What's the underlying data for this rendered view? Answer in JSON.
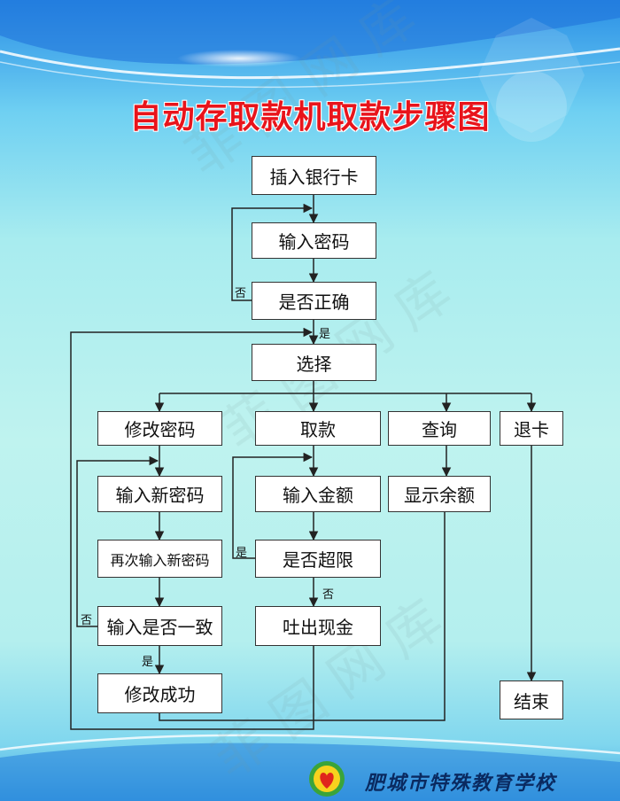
{
  "title": "自动存取款机取款步骤图",
  "colors": {
    "title": "#e8141b",
    "box_border": "#333333",
    "line": "#222222",
    "footer": "#0a2a60"
  },
  "nodes": {
    "insert_card": "插入银行卡",
    "enter_password": "输入密码",
    "is_correct": "是否正确",
    "select": "选择",
    "change_password": "修改密码",
    "withdraw": "取款",
    "query": "查询",
    "eject_card": "退卡",
    "enter_new_password": "输入新密码",
    "reenter_new_password": "再次输入新密码",
    "is_consistent": "输入是否一致",
    "change_success": "修改成功",
    "enter_amount": "输入金额",
    "over_limit": "是否超限",
    "dispense_cash": "吐出现金",
    "show_balance": "显示余额",
    "end": "结束"
  },
  "edge_labels": {
    "correct_no": "否",
    "correct_yes": "是",
    "consistent_no": "否",
    "consistent_yes": "是",
    "limit_yes": "是",
    "limit_no": "否"
  },
  "footer": {
    "school_name": "肥城市特殊教育学校",
    "logo_icon": "school-logo-icon"
  }
}
